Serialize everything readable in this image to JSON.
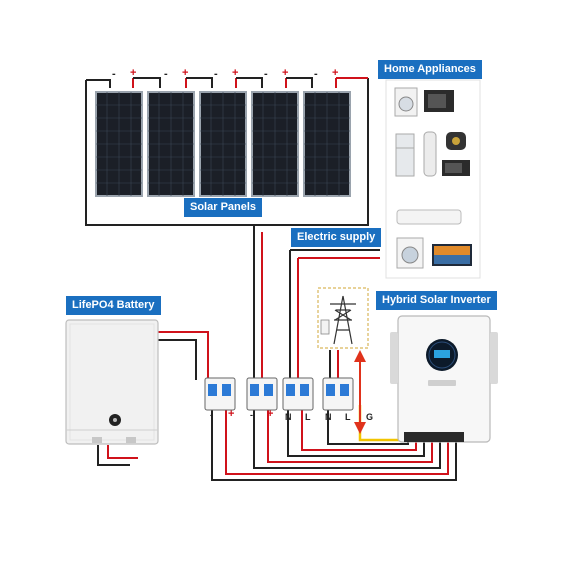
{
  "labels": {
    "solar_panels": "Solar Panels",
    "home_appliances": "Home Appliances",
    "electric_supply": "Electric supply",
    "hybrid_inverter": "Hybrid Solar Inverter",
    "battery": "LifePO4 Battery"
  },
  "panel_terminals": {
    "negative": "-",
    "positive": "+"
  },
  "breaker_terminals": {
    "battery": [
      "-",
      "+"
    ],
    "solar": [
      "-",
      "+"
    ],
    "grid": [
      "N",
      "L"
    ],
    "load": [
      "N",
      "L",
      "G"
    ]
  },
  "colors": {
    "label_bg": "#1a6fc0",
    "wire_positive": "#d0121b",
    "wire_negative": "#222222",
    "wire_ground": "#f2c500",
    "flow_arrow": "#e0321b",
    "panel": "#1b1f27",
    "inverter_display": "#0c1a2a"
  }
}
